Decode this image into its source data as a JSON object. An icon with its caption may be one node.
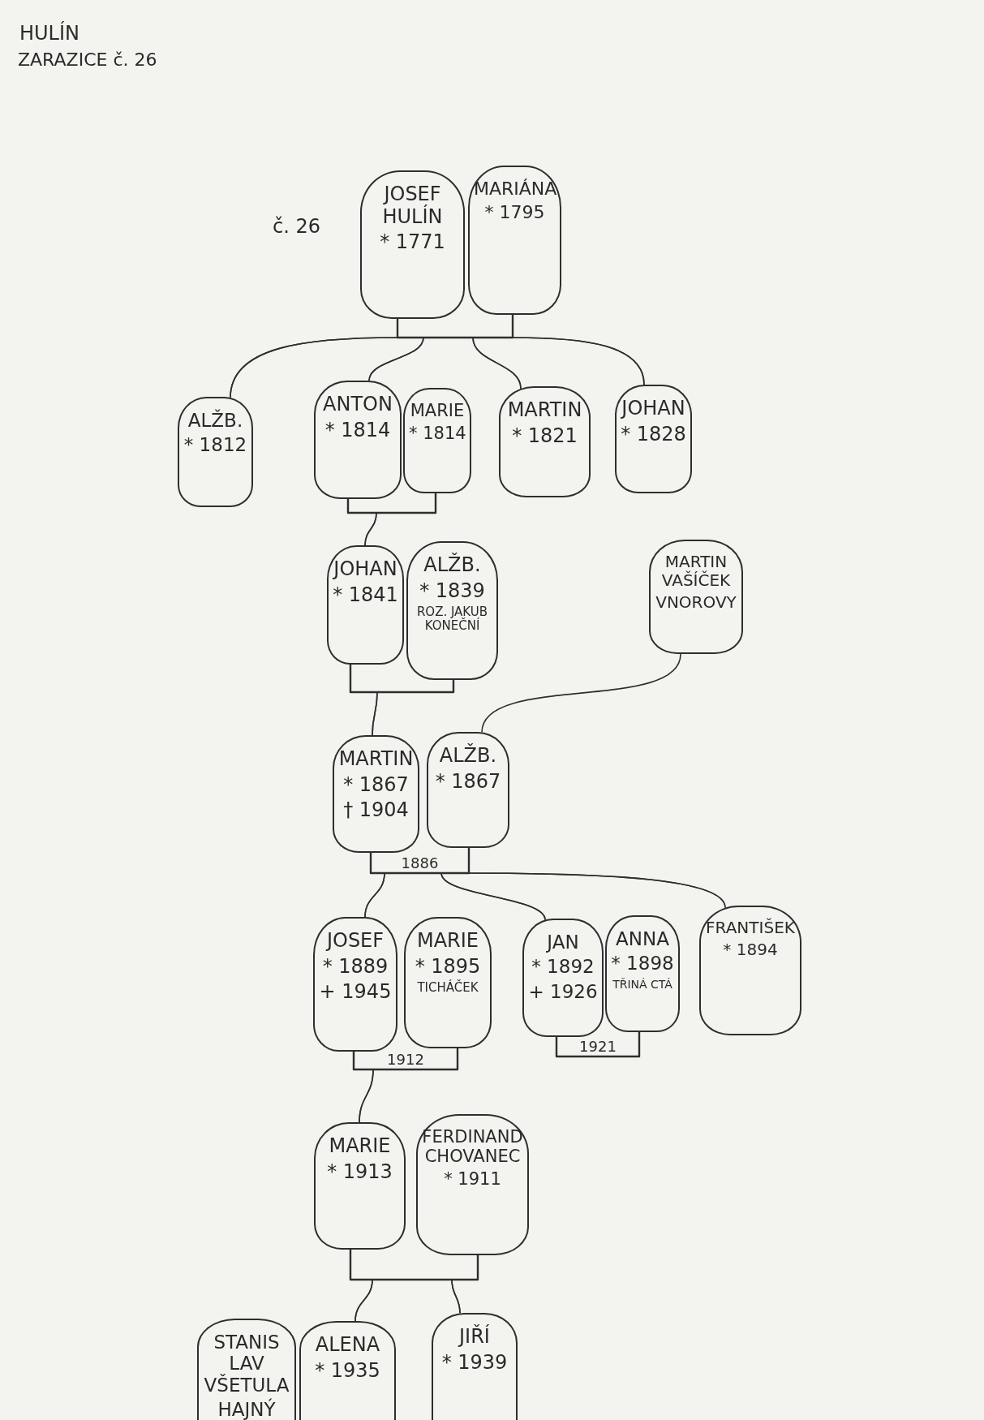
{
  "diagram": {
    "title": "HULÍN",
    "nodes": [
      {
        "text": [
          "JOSEF HULÍN",
          "* 1771"
        ]
      },
      {
        "text": [
          "MARIÁNA",
          "* 1795"
        ]
      },
      {
        "text": [
          "ALŽB.",
          "* 1812"
        ]
      },
      {
        "text": [
          "ANTON",
          "* 1814"
        ]
      },
      {
        "text": [
          "MARIE",
          "* 1814"
        ]
      },
      {
        "text": [
          "MARTIN",
          "* 1821"
        ]
      },
      {
        "text": [
          "JOHAN",
          "* 1828"
        ]
      },
      {
        "text": [
          "JOHAN",
          "* 1841"
        ]
      },
      {
        "text": [
          "ALŽB.",
          "* 1839",
          "ROZ. JAKUB KONEČNÍ"
        ]
      },
      {
        "text": [
          "MARTIN VAŠÍČEK",
          "VNOROVY"
        ]
      },
      {
        "text": [
          "MARTIN",
          "* 1867",
          "† 1904"
        ]
      },
      {
        "text": [
          "ALŽB.",
          "* 1867"
        ]
      },
      {
        "text": [
          "JOSEF",
          "* 1889",
          "+ 1945"
        ]
      },
      {
        "text": [
          "MARIE",
          "* 1895",
          "TICHÁČEK"
        ]
      },
      {
        "text": [
          "JAN",
          "* 1892",
          "+ 1926"
        ]
      },
      {
        "text": [
          "ANNA",
          "* 1898",
          "TŘINÁ CTÁ"
        ]
      },
      {
        "text": [
          "FRANTIŠEK",
          "* 1894"
        ]
      },
      {
        "text": [
          "MARIE",
          "* 1913"
        ]
      },
      {
        "text": [
          "FERDINAND CHOVANEC",
          "* 1911"
        ]
      },
      {
        "text": [
          "STANIS LAV VŠETULA",
          "HAJNÝ"
        ]
      },
      {
        "text": [
          "ALENA",
          "* 1935"
        ]
      },
      {
        "text": [
          "JIŘÍ",
          "* 1939"
        ]
      }
    ],
    "edges": [
      {
        "from": 0,
        "to": 1,
        "arrow": "none"
      },
      {
        "from": 0,
        "to": 2,
        "arrow": "none"
      },
      {
        "from": 1,
        "to": 2,
        "arrow": "none"
      },
      {
        "from": 0,
        "to": 3,
        "arrow": "none"
      },
      {
        "from": 1,
        "to": 3,
        "arrow": "none"
      },
      {
        "from": 0,
        "to": 5,
        "arrow": "none"
      },
      {
        "from": 1,
        "to": 5,
        "arrow": "none"
      },
      {
        "from": 0,
        "to": 6,
        "arrow": "none"
      },
      {
        "from": 1,
        "to": 6,
        "arrow": "none"
      },
      {
        "from": 3,
        "to": 4,
        "arrow": "none"
      },
      {
        "from": 3,
        "to": 7,
        "arrow": "none"
      },
      {
        "from": 4,
        "to": 7,
        "arrow": "none"
      },
      {
        "from": 7,
        "to": 8,
        "arrow": "none"
      },
      {
        "from": 7,
        "to": 10,
        "arrow": "none"
      },
      {
        "from": 8,
        "to": 10,
        "arrow": "none"
      },
      {
        "from": 9,
        "to": 11,
        "arrow": "none"
      },
      {
        "from": 10,
        "to": 11,
        "arrow": "none",
        "label": "1886"
      },
      {
        "from": 10,
        "to": 12,
        "arrow": "none"
      },
      {
        "from": 11,
        "to": 12,
        "arrow": "none"
      },
      {
        "from": 10,
        "to": 14,
        "arrow": "none"
      },
      {
        "from": 11,
        "to": 14,
        "arrow": "none"
      },
      {
        "from": 10,
        "to": 16,
        "arrow": "none"
      },
      {
        "from": 11,
        "to": 16,
        "arrow": "none"
      },
      {
        "from": 12,
        "to": 13,
        "arrow": "none",
        "label": "1912"
      },
      {
        "from": 12,
        "to": 17,
        "arrow": "none"
      },
      {
        "from": 13,
        "to": 17,
        "arrow": "none"
      },
      {
        "from": 14,
        "to": 15,
        "arrow": "none",
        "label": "1921"
      },
      {
        "from": 17,
        "to": 18,
        "arrow": "none"
      },
      {
        "from": 17,
        "to": 20,
        "arrow": "none"
      },
      {
        "from": 18,
        "to": 20,
        "arrow": "none"
      },
      {
        "from": 17,
        "to": 21,
        "arrow": "none"
      },
      {
        "from": 18,
        "to": 21,
        "arrow": "none"
      }
    ],
    "labels": [
      "ZARAZICE č. 26",
      "č. 26"
    ]
  }
}
